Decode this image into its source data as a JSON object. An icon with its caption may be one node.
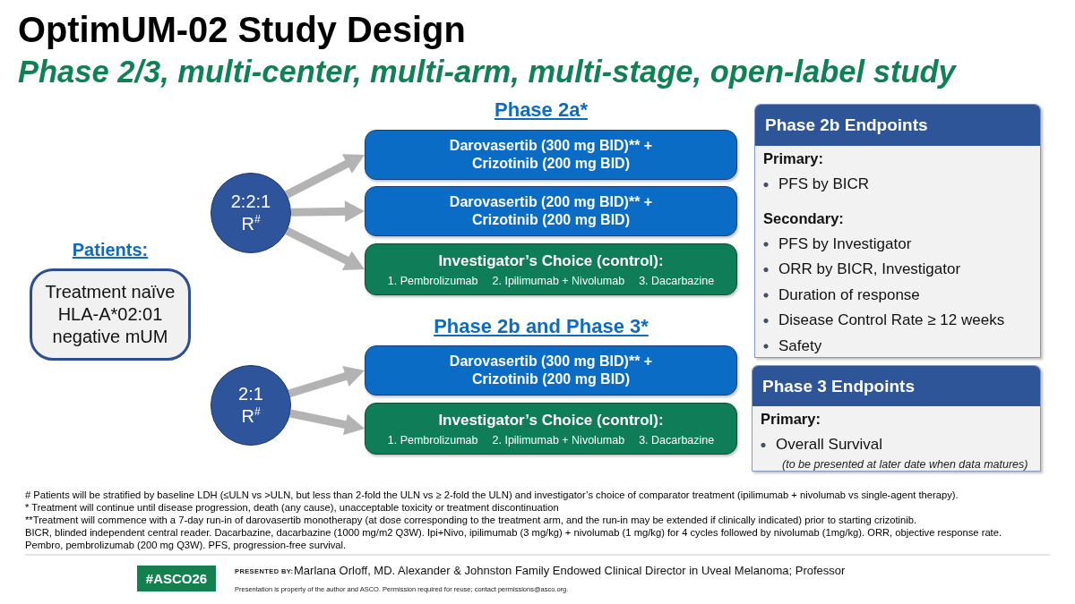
{
  "diagram": {
    "title": "OptimUM-02 Study Design",
    "nodes": [
      {
        "text": [
          "Patients:",
          "Treatment naïve HLA-A*02:01 negative mUM"
        ]
      },
      {
        "text": [
          "2:2:1 R$^{#}$"
        ]
      },
      {
        "text": [
          "Darovasertib (300 mg BID)** + Crizotinib (200 mg BID)"
        ]
      },
      {
        "text": [
          "Darovasertib (200 mg BID)** + Crizotinib (200 mg BID)"
        ]
      },
      {
        "text": [
          "Investigator’s Choice (control):",
          "1. Pembrolizumab",
          "2. Ipilimumab + Nivolumab",
          "3. Dacarbazine"
        ]
      },
      {
        "text": [
          "2:1 R$^{#}$"
        ]
      },
      {
        "text": [
          "Darovasertib (300 mg BID)** + Crizotinib (200 mg BID)"
        ]
      },
      {
        "text": [
          "Investigator’s Choice (control):",
          "1. Pembrolizumab",
          "2. Ipilimumab + Nivolumab",
          "3. Dacarbazine"
        ]
      },
      {
        "text": [
          "Phase 2b Endpoints",
          "Primary:",
          "PFS by BICR",
          "Secondary:",
          "PFS by Investigator",
          "ORR by BICR, Investigator",
          "Duration of response",
          "Disease Control Rate ≥ 12 weeks",
          "Safety"
        ]
      },
      {
        "text": [
          "Phase 3 Endpoints",
          "Primary:",
          "Overall Survival",
          "(to be presented at later date when data matures)"
        ]
      }
    ],
    "edges": [
      {
        "from": 1,
        "to": 2,
        "arrow": "to"
      },
      {
        "from": 1,
        "to": 3,
        "arrow": "to"
      },
      {
        "from": 1,
        "to": 4,
        "arrow": "to"
      },
      {
        "from": 5,
        "to": 6,
        "arrow": "to"
      },
      {
        "from": 5,
        "to": 7,
        "arrow": "to"
      }
    ],
    "labels": [
      "Phase 2/3, multi-center, multi-arm, multi-stage, open-label study",
      "Phase 2a*",
      "Phase 2b and Phase 3*",
      "# Patients will be stratified by baseline LDH (≤ULN vs >ULN, but less than 2-fold the ULN vs ≥ 2-fold the ULN) and investigator’s choice of comparator treatment (ipilimumab + nivolumab vs single-agent therapy).",
      "* Treatment will continue until disease progression, death (any cause), unacceptable toxicity or treatment discontinuation",
      "**Treatment will commence with a 7-day run-in of darovasertib monotherapy (at dose corresponding to the treatment arm, and the run-in may be extended if clinically indicated) prior to starting crizotinib.",
      "BICR, blinded independent central reader. Dacarbazine, dacarbazine (1000 mg/m2 Q3W). Ipi+Nivo, ipilimumab (3 mg/kg) + nivolumab (1 mg/kg) for 4 cycles followed by nivolumab (1mg/kg). ORR, objective response rate. Pembro, pembrolizumab (200 mg Q3W). PFS, progression-free survival.",
      "#ASCO26",
      "PRESENTED BY:",
      "Marlana Orloff, MD. Alexander & Johnston Family Endowed Clinical Director in Uveal Melanoma; Professor",
      "Presentation is property of the author and ASCO. Permission required for reuse; contact permissions@asco.org."
    ]
  }
}
